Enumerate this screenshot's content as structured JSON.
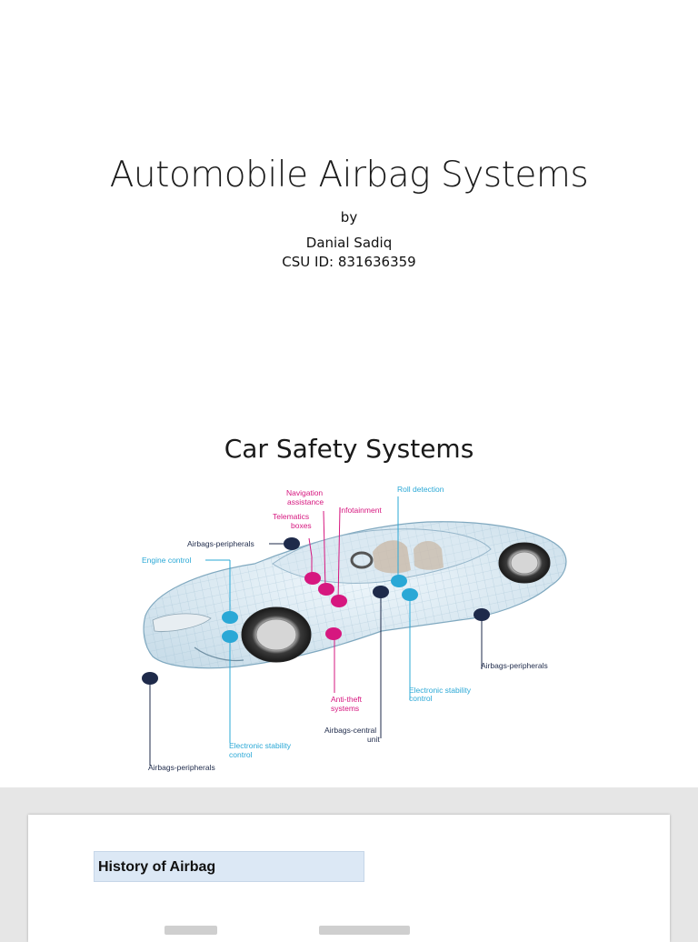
{
  "slide1": {
    "title": "Automobile Airbag Systems",
    "by": "by",
    "author": "Danial Sadiq",
    "csu_id": "CSU ID: 831636359"
  },
  "slide2": {
    "title": "Car Safety Systems",
    "labels": {
      "navigation": [
        "Navigation",
        "assistance"
      ],
      "roll": "Roll detection",
      "infotainment": "Infotainment",
      "telematics": [
        "Telematics",
        "boxes"
      ],
      "airbags_peripherals_top": "Airbags-peripherals",
      "engine_control": "Engine control",
      "airbags_peripherals_right": "Airbags-peripherals",
      "esc_right": [
        "Electronic stability",
        "control"
      ],
      "anti_theft": [
        "Anti-theft",
        "systems"
      ],
      "airbags_central": [
        "Airbags-central",
        "unit"
      ],
      "esc_bottom": [
        "Electronic stability",
        "control"
      ],
      "airbags_peripherals_bottom": "Airbags-peripherals"
    },
    "colors": {
      "navy": "#1e2a4a",
      "magenta": "#d6177f",
      "cyan": "#2aa8d6"
    }
  },
  "slide3": {
    "history_heading": "History of Airbag"
  }
}
